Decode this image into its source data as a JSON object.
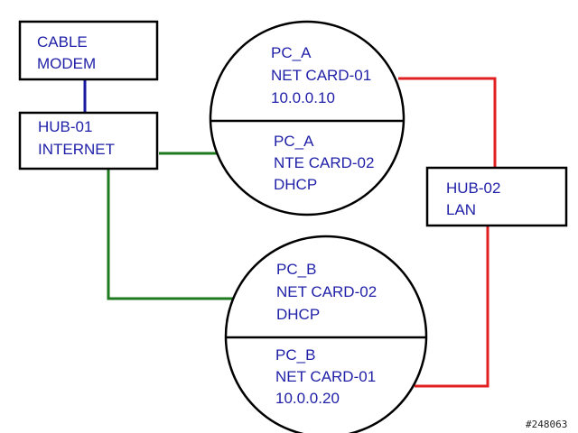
{
  "nodes": {
    "cable_modem": {
      "lines": [
        "CABLE",
        "MODEM"
      ]
    },
    "hub_01": {
      "lines": [
        "HUB-01",
        "INTERNET"
      ]
    },
    "hub_02": {
      "lines": [
        "HUB-02",
        "LAN"
      ]
    },
    "pc_a_card_01": {
      "lines": [
        "PC_A",
        "NET CARD-01",
        "10.0.0.10"
      ]
    },
    "pc_a_card_02": {
      "lines": [
        "PC_A",
        "NTE CARD-02",
        "DHCP"
      ]
    },
    "pc_b_card_02": {
      "lines": [
        "PC_B",
        "NET CARD-02",
        "DHCP"
      ]
    },
    "pc_b_card_01": {
      "lines": [
        "PC_B",
        "NET CARD-01",
        "10.0.0.20"
      ]
    }
  },
  "colors": {
    "text": "#1f1fa8",
    "link_modem": "#1a1aa0",
    "link_internet": "#1e7a1e",
    "link_lan": "#e02020",
    "outline": "#000000"
  },
  "watermark": "#248063"
}
